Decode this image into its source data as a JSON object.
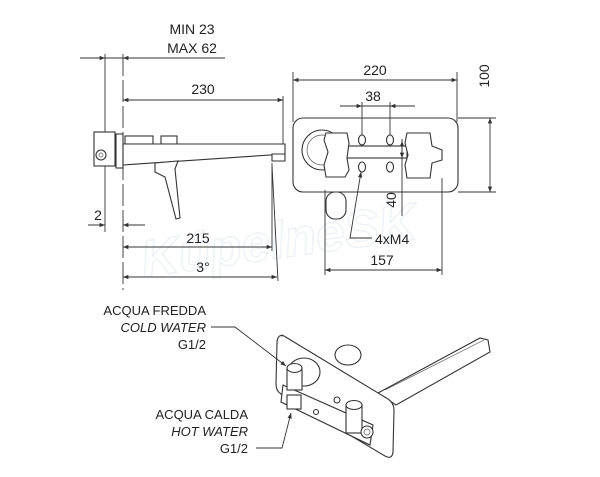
{
  "side_view": {
    "min_label": "MIN  23",
    "max_label": "MAX 62",
    "dim_projection": "230",
    "dim_wall_offset": "2",
    "dim_aerator": "215",
    "dim_angle": "3°"
  },
  "front_view": {
    "dim_width": "220",
    "dim_height": "100",
    "dim_screw_spacing": "38",
    "dim_vertical": "40",
    "dim_bottom": "157",
    "screws_label": "4xM4"
  },
  "iso_view": {
    "cold": {
      "it": "ACQUA FREDDA",
      "en": "COLD WATER",
      "thread": "G1/2"
    },
    "hot": {
      "it": "ACQUA CALDA",
      "en": "HOT WATER",
      "thread": "G1/2"
    }
  },
  "watermark": "KúpelneSK"
}
